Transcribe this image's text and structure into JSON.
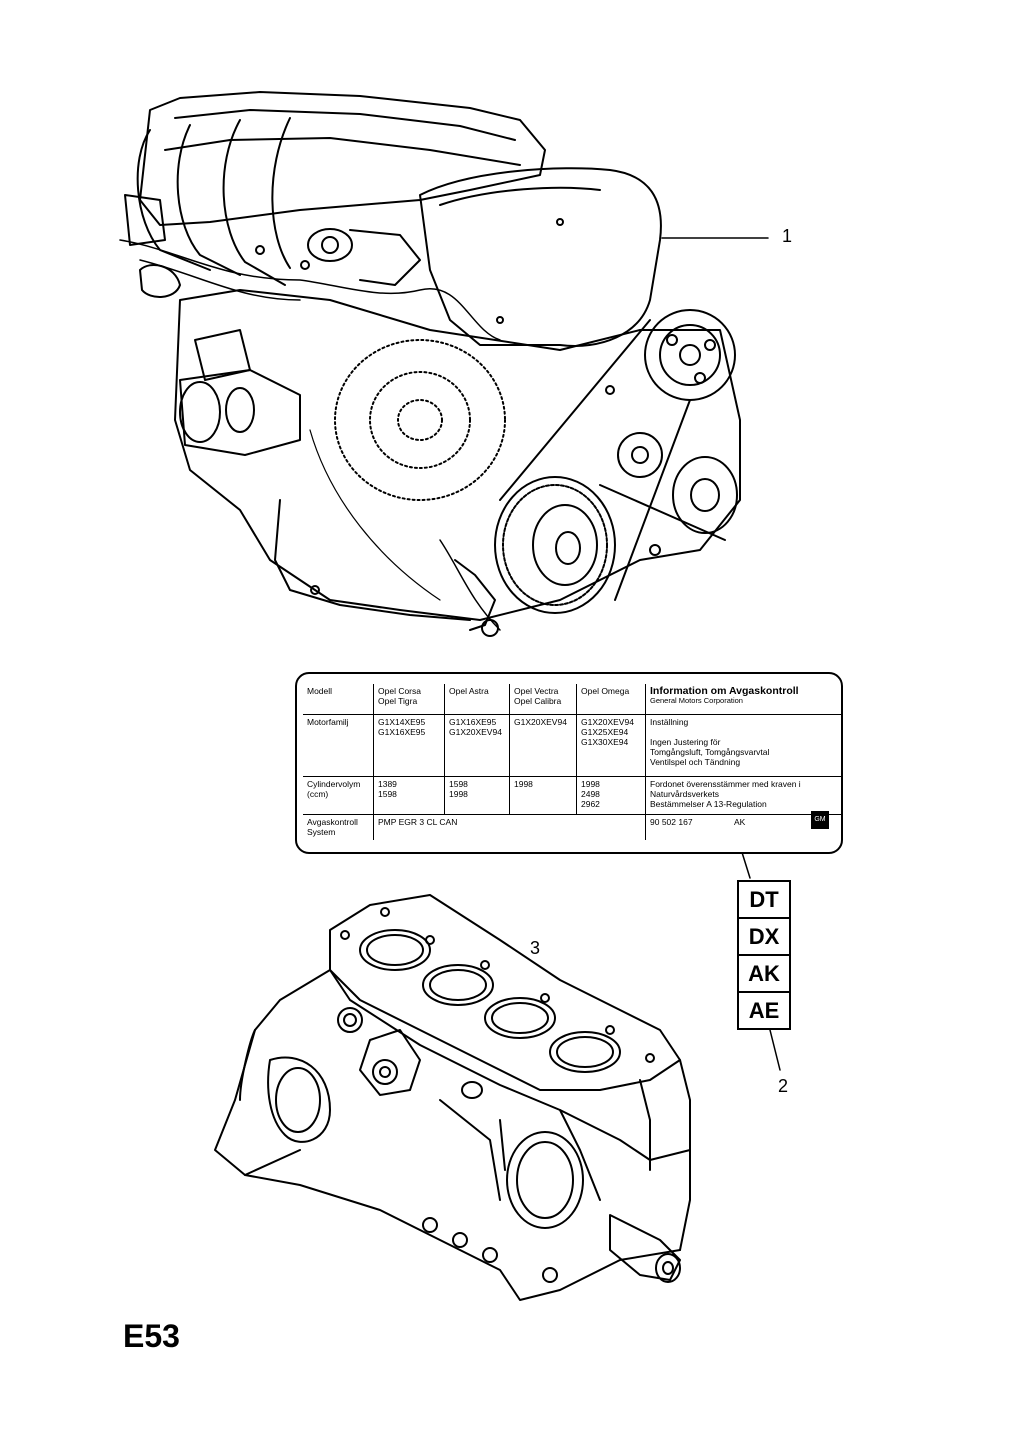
{
  "callouts": {
    "engine": "1",
    "codes": "2",
    "block": "3"
  },
  "label": {
    "col_headers": [
      "Modell",
      "Opel Corsa\nOpel Tigra",
      "Opel Astra",
      "Opel Vectra\nOpel Calibra",
      "Opel Omega"
    ],
    "title": "Information om Avgaskontroll",
    "subtitle": "General Motors Corporation",
    "rows": [
      {
        "head": "Motorfamilj",
        "cells": [
          "G1X14XE95\nG1X16XE95",
          "G1X16XE95\nG1X20XEV94",
          "G1X20XEV94",
          "G1X20XEV94\nG1X25XE94\nG1X30XE94"
        ],
        "info": "Inställning\n\nIngen Justering för\nTomgångsluft, Tomgångsvarvtal\nVentilspel och Tändning"
      },
      {
        "head": "Cylindervolym\n(ccm)",
        "cells": [
          "1389\n1598",
          "1598\n1998",
          "1998",
          "1998\n2498\n2962"
        ],
        "info": "Fordonet överensstämmer med kraven i\nNaturvårdsverkets\nBestämmelser A 13-Regulation"
      }
    ],
    "system_head": "Avgaskontroll\nSystem",
    "system_value": "PMP EGR 3 CL CAN",
    "part_number": "90 502 167",
    "variant": "AK",
    "logo_text": "GM"
  },
  "codes": [
    "DT",
    "DX",
    "AK",
    "AE"
  ],
  "page_id": "E53"
}
